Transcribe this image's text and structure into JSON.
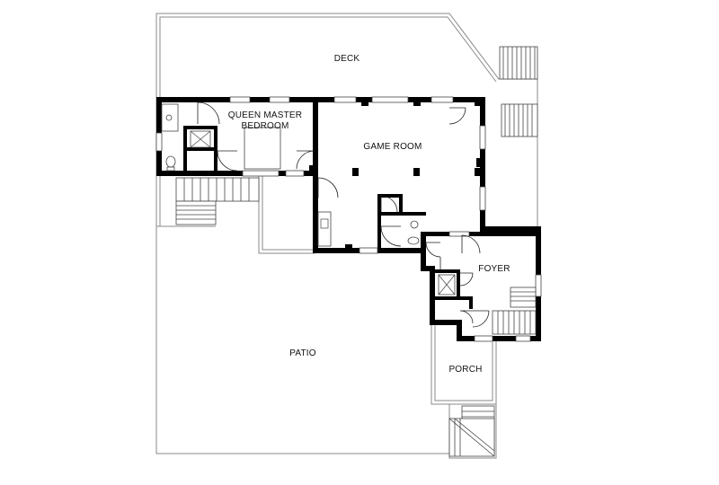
{
  "plan": {
    "rooms": {
      "deck": "DECK",
      "queen_master_line1": "QUEEN MASTER",
      "queen_master_line2": "BEDROOM",
      "game_room": "GAME ROOM",
      "foyer": "FOYER",
      "patio": "PATIO",
      "porch": "PORCH"
    }
  }
}
